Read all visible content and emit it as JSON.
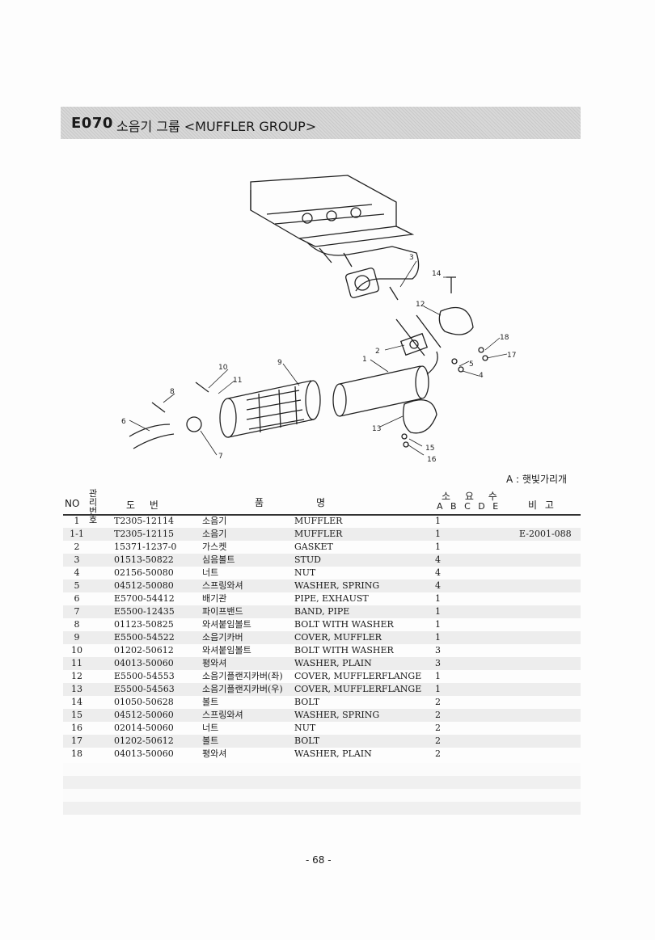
{
  "header": {
    "code": "E070",
    "title": "소음기 그룹 <MUFFLER GROUP>"
  },
  "diagram": {
    "callouts": [
      "1",
      "2",
      "3",
      "4",
      "5",
      "6",
      "7",
      "8",
      "9",
      "10",
      "11",
      "12",
      "13",
      "14",
      "15",
      "16",
      "17",
      "18"
    ]
  },
  "legend_note": "A : 햇빛가리개",
  "table": {
    "headers": {
      "no": "NO",
      "mgmt": "관리번호",
      "drawing": "도 번",
      "name_kr": "품",
      "name_en": "명",
      "qty": "소 요 수",
      "qty_cols": "A B C D E",
      "remarks": "비 고"
    },
    "rows": [
      {
        "no": "1",
        "part": "T2305-12114",
        "kr": "소음기",
        "en": "MUFFLER",
        "qty": "1",
        "rem": ""
      },
      {
        "no": "1-1",
        "part": "T2305-12115",
        "kr": "소음기",
        "en": "MUFFLER",
        "qty": "1",
        "rem": "E-2001-088"
      },
      {
        "no": "2",
        "part": "15371-1237-0",
        "kr": "가스켓",
        "en": "GASKET",
        "qty": "1",
        "rem": ""
      },
      {
        "no": "3",
        "part": "01513-50822",
        "kr": "심음볼트",
        "en": "STUD",
        "qty": "4",
        "rem": ""
      },
      {
        "no": "4",
        "part": "02156-50080",
        "kr": "너트",
        "en": "NUT",
        "qty": "4",
        "rem": ""
      },
      {
        "no": "5",
        "part": "04512-50080",
        "kr": "스프링와셔",
        "en": "WASHER, SPRING",
        "qty": "4",
        "rem": ""
      },
      {
        "no": "6",
        "part": "E5700-54412",
        "kr": "배기관",
        "en": "PIPE, EXHAUST",
        "qty": "1",
        "rem": ""
      },
      {
        "no": "7",
        "part": "E5500-12435",
        "kr": "파이프밴드",
        "en": "BAND, PIPE",
        "qty": "1",
        "rem": ""
      },
      {
        "no": "8",
        "part": "01123-50825",
        "kr": "와셔붙임볼트",
        "en": "BOLT WITH WASHER",
        "qty": "1",
        "rem": ""
      },
      {
        "no": "9",
        "part": "E5500-54522",
        "kr": "소음기카버",
        "en": "COVER, MUFFLER",
        "qty": "1",
        "rem": ""
      },
      {
        "no": "10",
        "part": "01202-50612",
        "kr": "와셔붙임볼트",
        "en": "BOLT WITH WASHER",
        "qty": "3",
        "rem": ""
      },
      {
        "no": "11",
        "part": "04013-50060",
        "kr": "평와셔",
        "en": "WASHER, PLAIN",
        "qty": "3",
        "rem": ""
      },
      {
        "no": "12",
        "part": "E5500-54553",
        "kr": "소음기플랜지카버(좌)",
        "en": "COVER, MUFFLERFLANGE",
        "qty": "1",
        "rem": ""
      },
      {
        "no": "13",
        "part": "E5500-54563",
        "kr": "소음기플랜지카버(우)",
        "en": "COVER, MUFFLERFLANGE",
        "qty": "1",
        "rem": ""
      },
      {
        "no": "14",
        "part": "01050-50628",
        "kr": "볼트",
        "en": "BOLT",
        "qty": "2",
        "rem": ""
      },
      {
        "no": "15",
        "part": "04512-50060",
        "kr": "스프링와셔",
        "en": "WASHER, SPRING",
        "qty": "2",
        "rem": ""
      },
      {
        "no": "16",
        "part": "02014-50060",
        "kr": "너트",
        "en": "NUT",
        "qty": "2",
        "rem": ""
      },
      {
        "no": "17",
        "part": "01202-50612",
        "kr": "볼트",
        "en": "BOLT",
        "qty": "2",
        "rem": ""
      },
      {
        "no": "18",
        "part": "04013-50060",
        "kr": "평와셔",
        "en": "WASHER, PLAIN",
        "qty": "2",
        "rem": ""
      }
    ]
  },
  "page_number": "- 68 -"
}
